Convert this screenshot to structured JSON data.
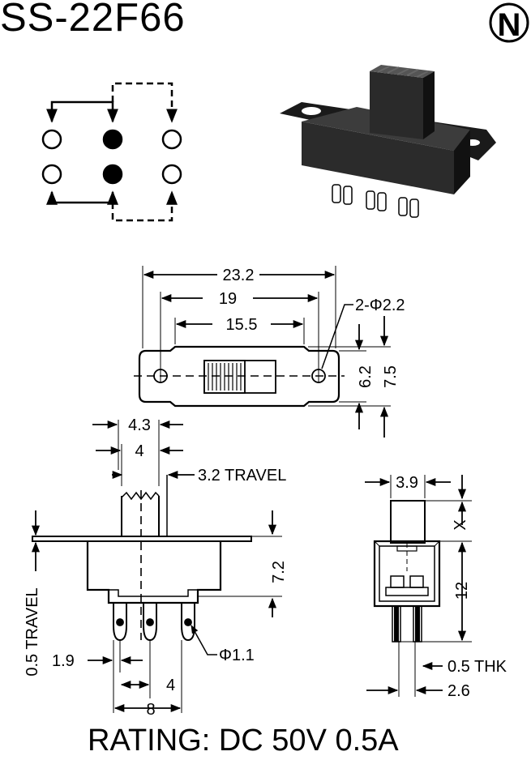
{
  "title": "SS-22F66",
  "logo_letter": "N",
  "rating": "RATING: DC 50V 0.5A",
  "top_view": {
    "dim_overall": "23.2",
    "dim_holes": "19",
    "dim_body": "15.5",
    "dim_hole_dia": "2-Φ2.2",
    "dim_body_h": "6.2",
    "dim_flange_h": "7.5"
  },
  "side_view": {
    "dim_lever_outer": "4.3",
    "dim_lever": "4",
    "travel": "3.2 TRAVEL",
    "height": "7.2",
    "pin_travel": "0.5 TRAVEL",
    "pin_offset": "1.9",
    "pin_dia": "Φ1.1",
    "pin_pitch": "4",
    "pin_span": "8"
  },
  "end_view": {
    "width": "3.9",
    "x_label": "X",
    "height": "12",
    "thickness": "0.5 THK",
    "pitch": "2.6"
  }
}
